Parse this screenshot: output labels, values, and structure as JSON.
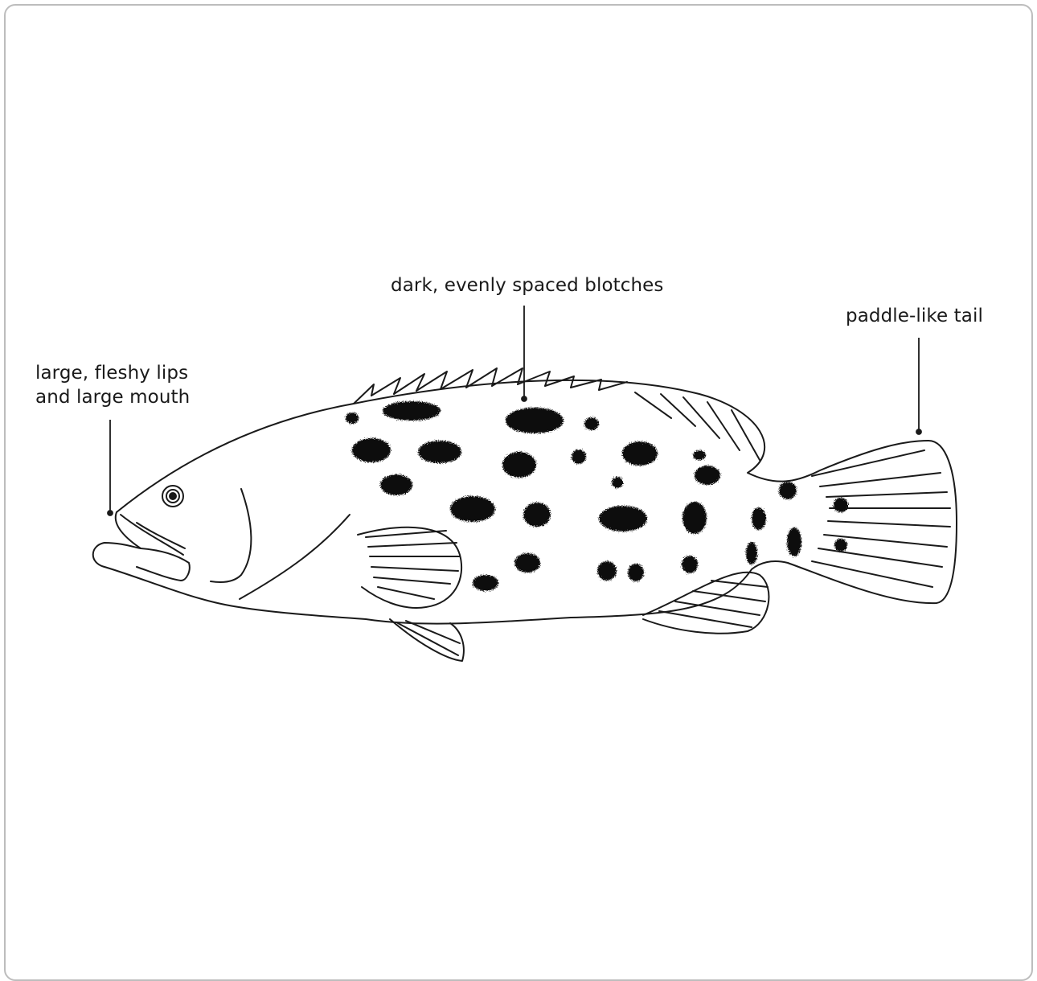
{
  "diagram": {
    "annotations": {
      "lips": {
        "line1": "large, fleshy lips",
        "line2": "and large mouth"
      },
      "blotches": "dark, evenly spaced blotches",
      "tail": "paddle-like tail"
    },
    "colors": {
      "ink": "#1a1a1a",
      "frame": "#bdbdbd",
      "background": "#ffffff"
    }
  }
}
